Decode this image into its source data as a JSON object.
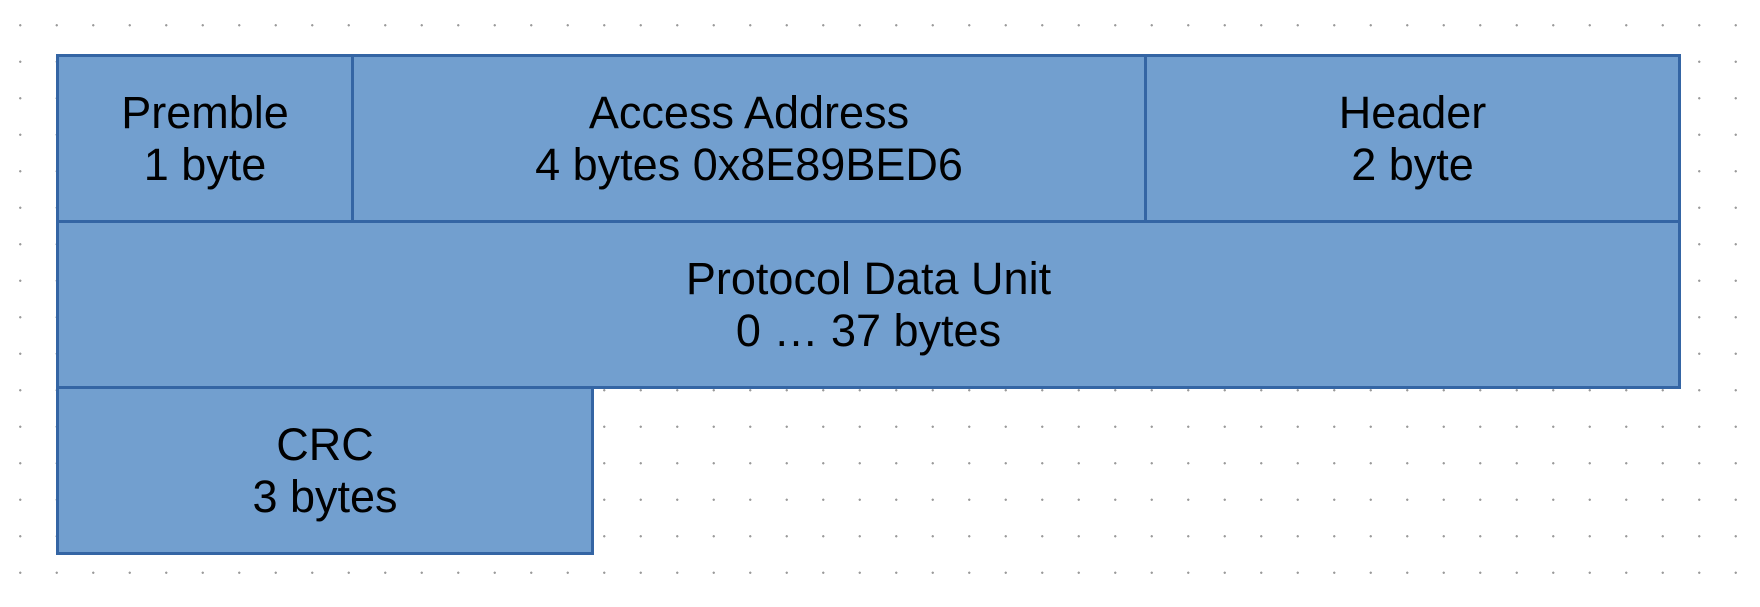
{
  "fields": {
    "preamble": {
      "name": "Premble",
      "size": "1 byte"
    },
    "access_address": {
      "name": "Access Address",
      "size": "4 bytes 0x8E89BED6"
    },
    "header": {
      "name": "Header",
      "size": "2 byte"
    },
    "pdu": {
      "name": "Protocol Data Unit",
      "size": "0 … 37 bytes"
    },
    "crc": {
      "name": "CRC",
      "size": "3 bytes"
    }
  },
  "colors": {
    "box_fill": "#729fcf",
    "box_border": "#3465a4",
    "text": "#000000",
    "grid_dots": "#9a9a9a"
  }
}
